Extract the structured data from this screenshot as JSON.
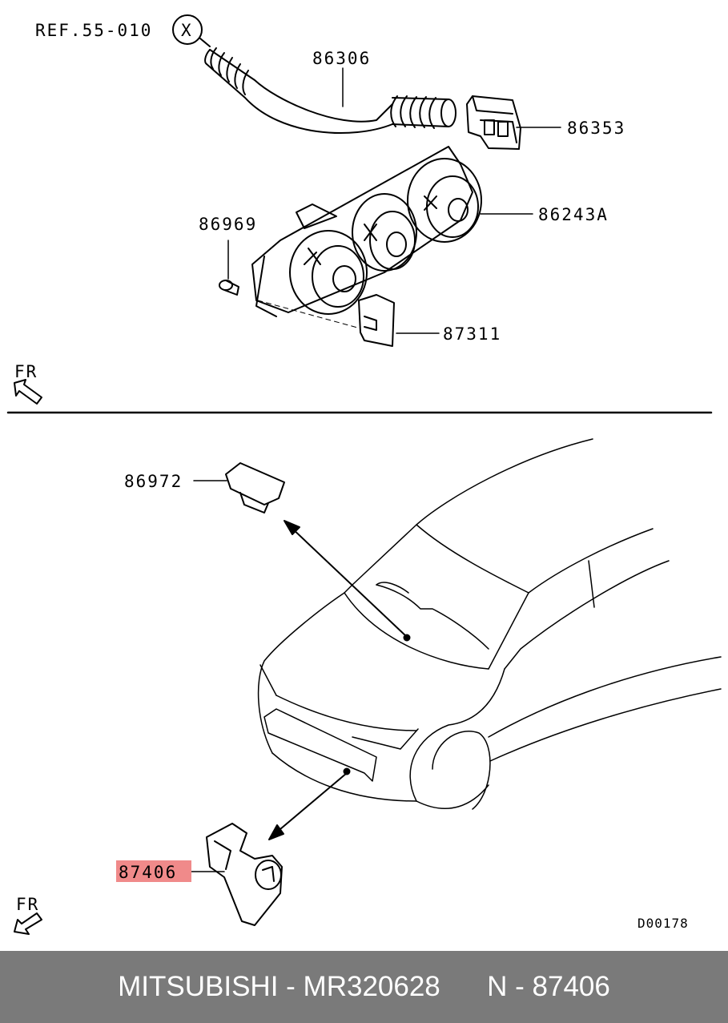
{
  "diagram": {
    "ref_label": "REF.55-010",
    "ref_symbol": "X",
    "parts": {
      "hose": "86306",
      "connector": "86353",
      "control_panel": "86243A",
      "screw": "86969",
      "bracket": "87311",
      "sunlight_sensor": "86972",
      "ambient_sensor": "87406"
    },
    "highlight_color": "#f08a8a",
    "direction_label": "FR",
    "drawing_code": "D00178"
  },
  "footer": {
    "brand": "MITSUBISHI",
    "separator": " - ",
    "part_number": "MR320628",
    "n_prefix": "N - ",
    "part_no": "87406"
  }
}
